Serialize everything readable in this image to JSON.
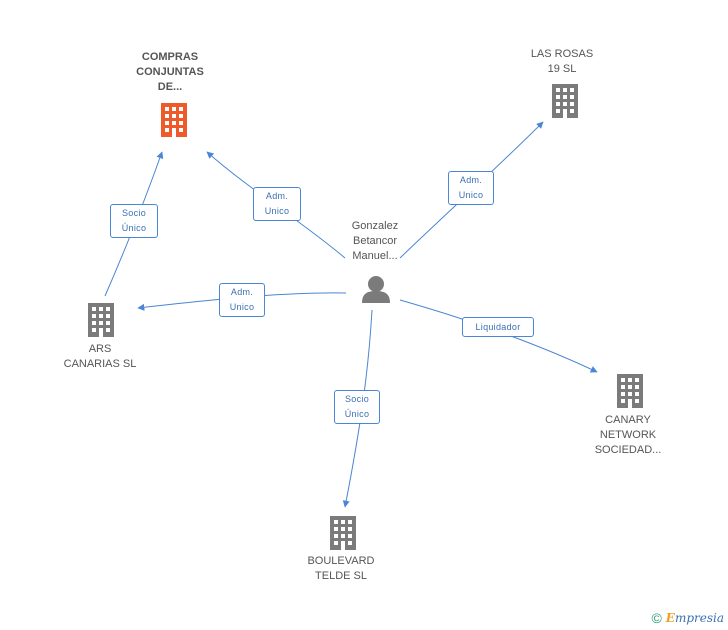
{
  "colors": {
    "edge": "#4a86d3",
    "building": "#7b7b7b",
    "building_main": "#ee5a2a",
    "person": "#7b7b7b"
  },
  "nodes": {
    "compras": {
      "label": "COMPRAS\nCONJUNTAS\nDE...",
      "icon": "building-icon"
    },
    "las_rosas": {
      "label": "LAS ROSAS\n19 SL",
      "icon": "building-icon"
    },
    "person": {
      "label": "Gonzalez\nBetancor\nManuel...",
      "icon": "person-icon"
    },
    "ars": {
      "label": "ARS\nCANARIAS SL",
      "icon": "building-icon"
    },
    "canary": {
      "label": "CANARY\nNETWORK\nSOCIEDAD...",
      "icon": "building-icon"
    },
    "boulevard": {
      "label": "BOULEVARD\nTELDE SL",
      "icon": "building-icon"
    }
  },
  "edges": {
    "socio_unico_compras": "Socio\nÚnico",
    "adm_unico_compras": "Adm.\nUnico",
    "adm_unico_rosas": "Adm.\nUnico",
    "adm_unico_ars": "Adm.\nUnico",
    "liquidador": "Liquidador",
    "socio_unico_boulevard": "Socio\nÚnico"
  },
  "footer": {
    "copyright": "©",
    "brand_initial": "E",
    "brand_rest": "mpresia"
  }
}
